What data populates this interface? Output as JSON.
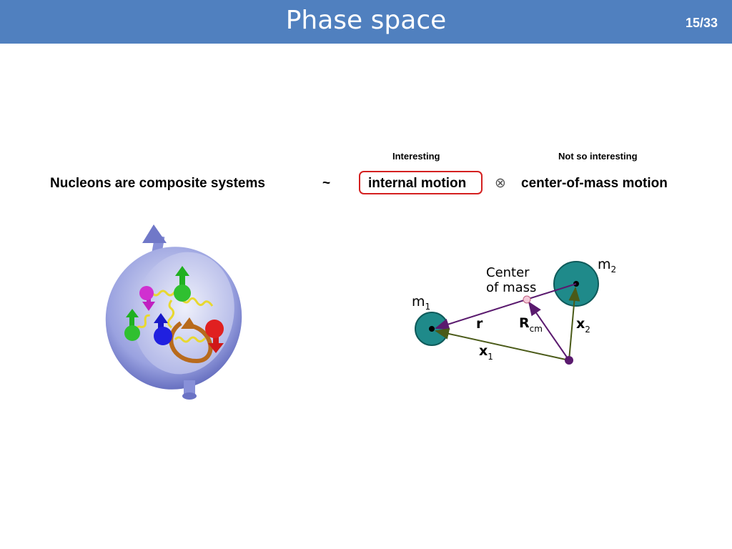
{
  "slide": {
    "title": "Phase space",
    "page": "15/33"
  },
  "labels": {
    "interesting": "Interesting",
    "not_interesting": "Not so interesting",
    "nucleons": "Nucleons are composite systems",
    "tilde": "~",
    "internal": "internal motion",
    "otimes": "⊗",
    "cm_motion": "center-of-mass motion"
  },
  "diagram": {
    "m1": "m",
    "m1_sub": "1",
    "m2": "m",
    "m2_sub": "2",
    "center_line1": "Center",
    "center_line2": "of mass",
    "r": "r",
    "R": "R",
    "R_sub": "cm",
    "x1": "x",
    "x1_sub": "1",
    "x2": "x",
    "x2_sub": "2"
  },
  "colors": {
    "header": "#5080bf",
    "box_border": "#d42020",
    "mass": "#1f8a8a",
    "vector_r": "#5a1a6e",
    "vector_x": "#4a5a18"
  }
}
